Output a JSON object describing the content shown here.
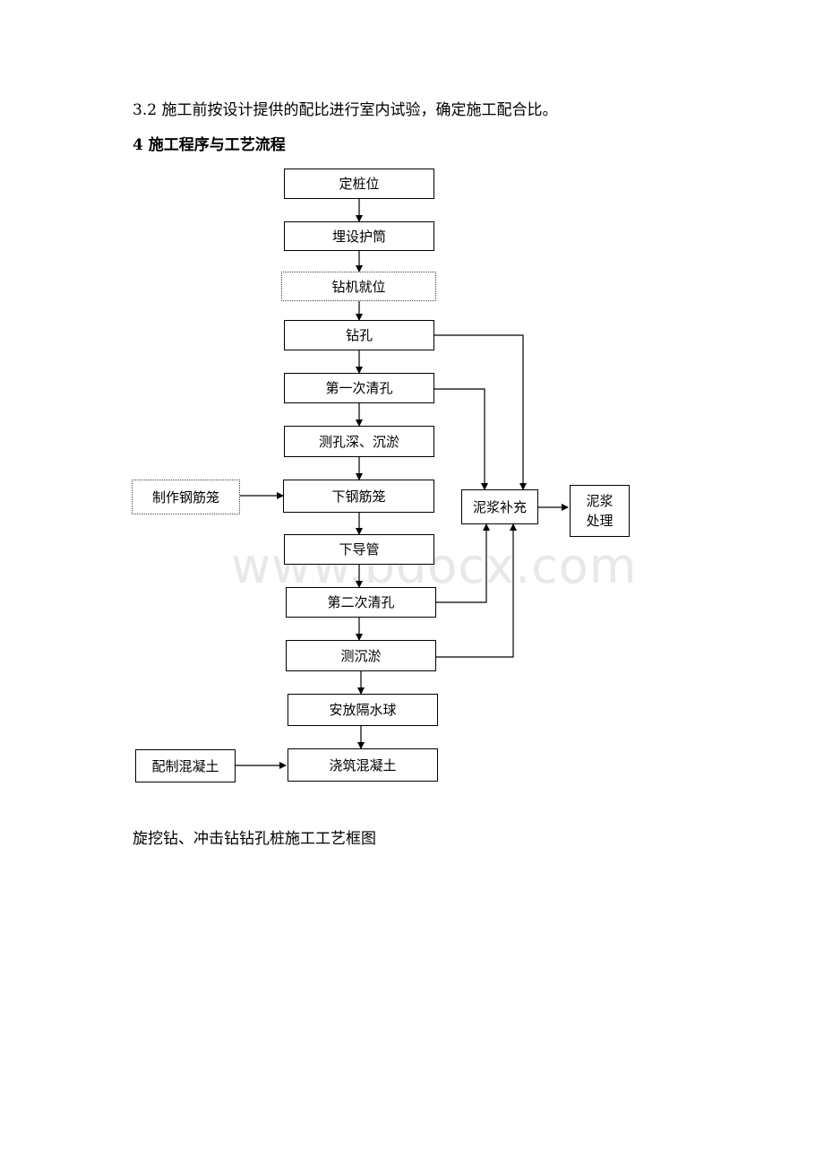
{
  "document": {
    "section_3_2": "3.2 施工前按设计提供的配比进行室内试验，确定施工配合比。",
    "section_4_heading": "4 施工程序与工艺流程",
    "figure_caption": "旋挖钻、冲击钻钻孔桩施工工艺框图",
    "watermark": "www.bdocx.com"
  },
  "flowchart": {
    "main_steps": [
      "定桩位",
      "埋设护筒",
      "钻机就位",
      "钻孔",
      "第一次清孔",
      "测孔深、沉淤",
      "下钢筋笼",
      "下导管",
      "第二次清孔",
      "测沉淤",
      "安放隔水球",
      "浇筑混凝土"
    ],
    "side_inputs": {
      "rebar_cage": "制作钢筋笼",
      "concrete_mix": "配制混凝土"
    },
    "mud_supply": "泥浆补充",
    "mud_treatment_line1": "泥浆",
    "mud_treatment_line2": "处理"
  }
}
